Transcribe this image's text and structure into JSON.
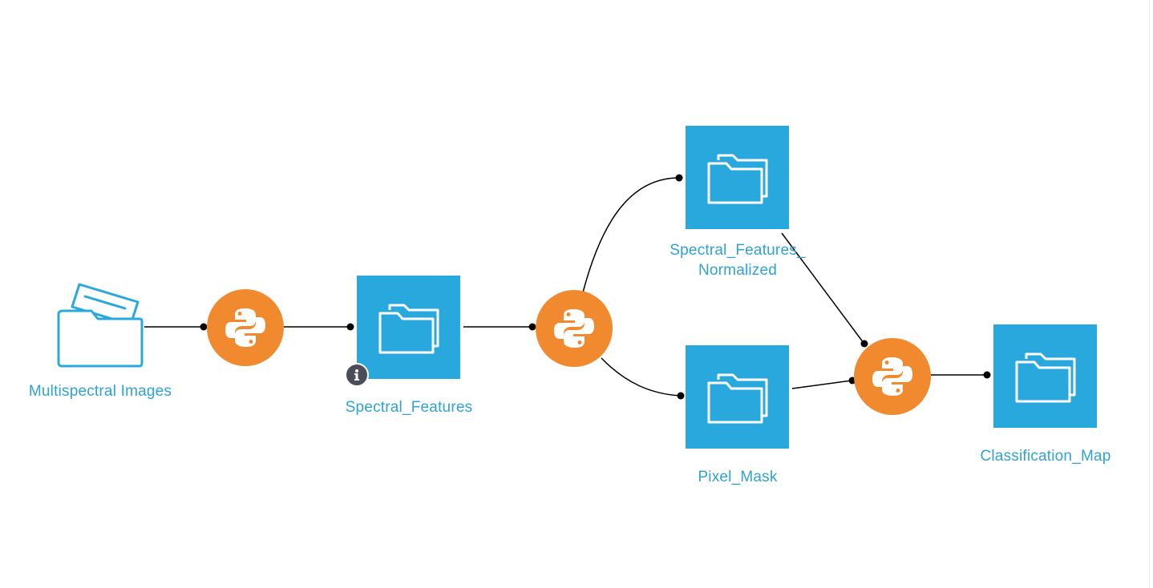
{
  "flow": {
    "nodes": {
      "multispectral_images": {
        "label": "Multispectral Images",
        "icon": "folder-open-icon",
        "kind": "input-folder"
      },
      "recipe_1": {
        "icon": "python-icon",
        "kind": "python-recipe"
      },
      "spectral_features": {
        "label": "Spectral_Features",
        "icon": "folder-icon",
        "kind": "dataset",
        "badge_icon": "info-icon"
      },
      "recipe_2": {
        "icon": "python-icon",
        "kind": "python-recipe"
      },
      "spectral_features_normalized": {
        "label_line1": "Spectral_Features_",
        "label_line2": "Normalized",
        "icon": "folder-icon",
        "kind": "dataset"
      },
      "pixel_mask": {
        "label": "Pixel_Mask",
        "icon": "folder-icon",
        "kind": "dataset"
      },
      "recipe_3": {
        "icon": "python-icon",
        "kind": "python-recipe"
      },
      "classification_map": {
        "label": "Classification_Map",
        "icon": "folder-icon",
        "kind": "dataset"
      }
    },
    "colors": {
      "dataset": "#29a8dd",
      "recipe": "#f18a2f",
      "label": "#2fa3d6",
      "edge": "#000000",
      "badge": "#4a4d5a"
    }
  }
}
